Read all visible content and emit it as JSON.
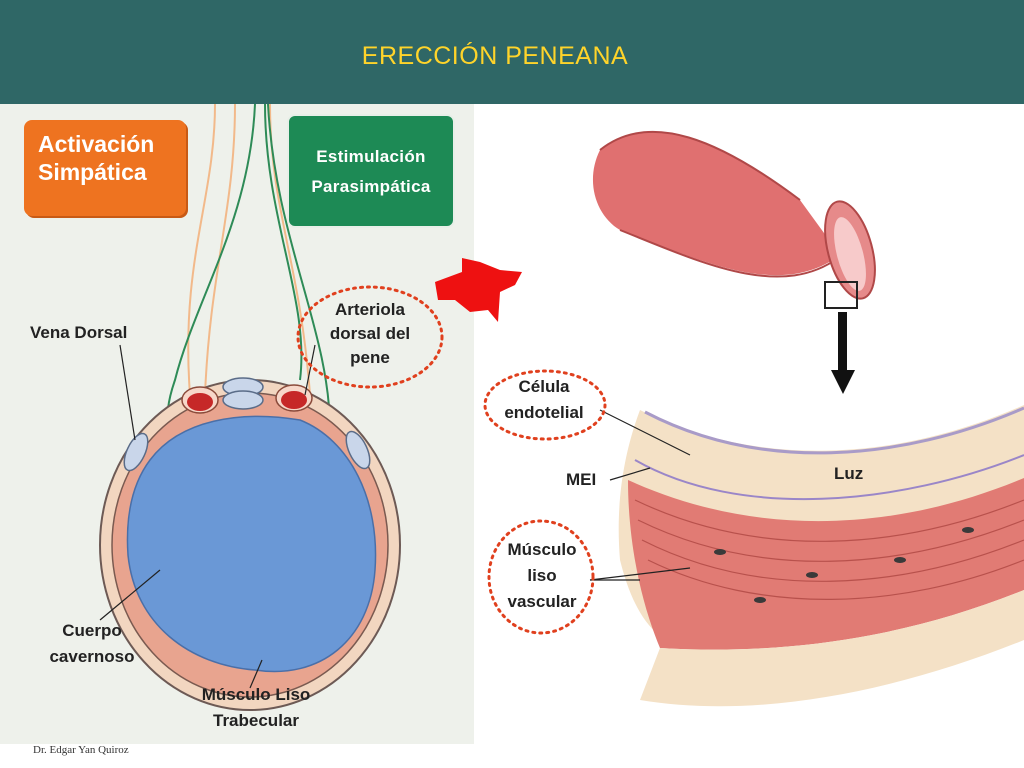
{
  "slide": {
    "title": "ERECCIÓN PENEANA",
    "credit": "Dr. Edgar Yan Quiroz"
  },
  "left_panel": {
    "sympathetic_box": {
      "line1": "Activación",
      "line2": "Simpática"
    },
    "parasympathetic_box": {
      "line1": "Estimulación",
      "line2": "Parasimpática"
    },
    "labels": {
      "vena_dorsal": "Vena Dorsal",
      "arteriola_1": "Arteriola",
      "arteriola_2": "dorsal del",
      "arteriola_3": "pene",
      "cuerpo_1": "Cuerpo",
      "cuerpo_2": "cavernoso",
      "musculo_1": "Músculo Liso",
      "musculo_2": "Trabecular"
    }
  },
  "right_panel": {
    "labels": {
      "celula_1": "Célula",
      "celula_2": "endotelial",
      "mei": "MEI",
      "luz": "Luz",
      "musculo_1": "Músculo",
      "musculo_2": "liso",
      "musculo_3": "vascular"
    }
  },
  "colors": {
    "header_bg": "#2f6766",
    "title": "#ffd42a",
    "sympathetic": "#ee7320",
    "parasympathetic": "#1d8a55",
    "cavernous_body": "#6a98d6",
    "vessel": "#e06a6a",
    "dotted_circle": "#e0401e",
    "arrow_red": "#ee1111"
  }
}
